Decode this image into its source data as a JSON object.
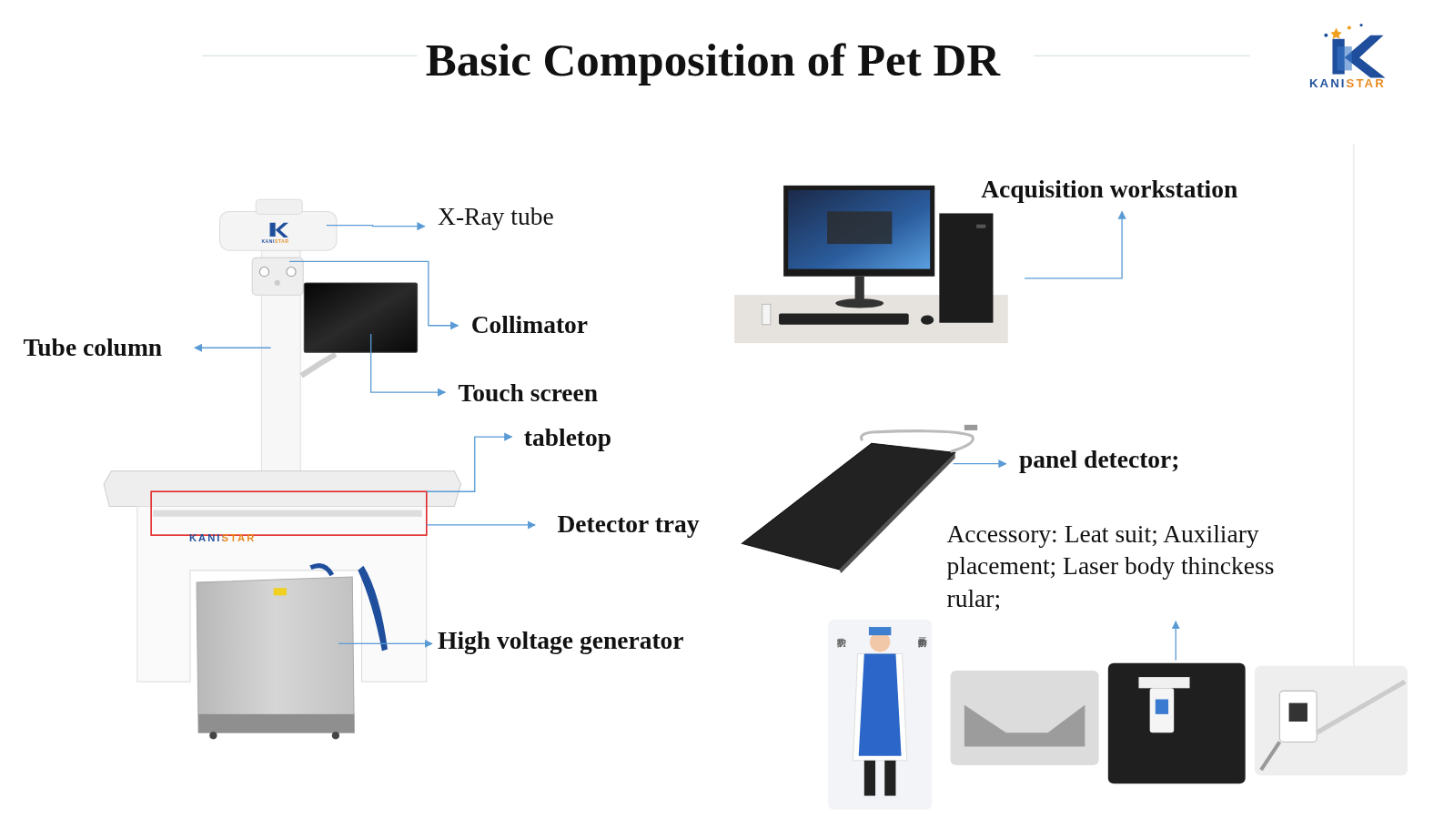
{
  "diagram": {
    "title": "Basic Composition of Pet DR",
    "labels": [
      "X-Ray tube",
      "Collimator",
      "Tube column",
      "Touch screen",
      "tabletop",
      "Detector tray",
      "High voltage generator",
      "Acquisition workstation",
      "panel detector;",
      "Accessory: Leat suit; Auxiliary placement; Laser body thinckess rular;",
      "KANISTAR",
      "KANISTAR",
      "KANISTAR",
      "防护衣",
      "防护三角巾"
    ]
  }
}
